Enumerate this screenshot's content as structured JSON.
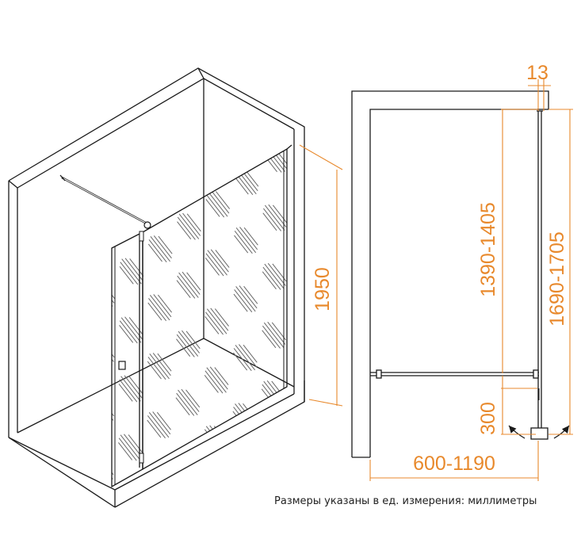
{
  "colors": {
    "line": "#1a1a1a",
    "dimension": "#e8892c",
    "glass_pattern": "#555555"
  },
  "dimensions": {
    "height_3d": "1950",
    "wall_thickness": "13",
    "fixed_panel_height": "1390-1405",
    "total_height": "1690-1705",
    "door_width": "300",
    "width": "600-1190"
  },
  "caption": "Размеры указаны в ед. измерения: миллиметры"
}
